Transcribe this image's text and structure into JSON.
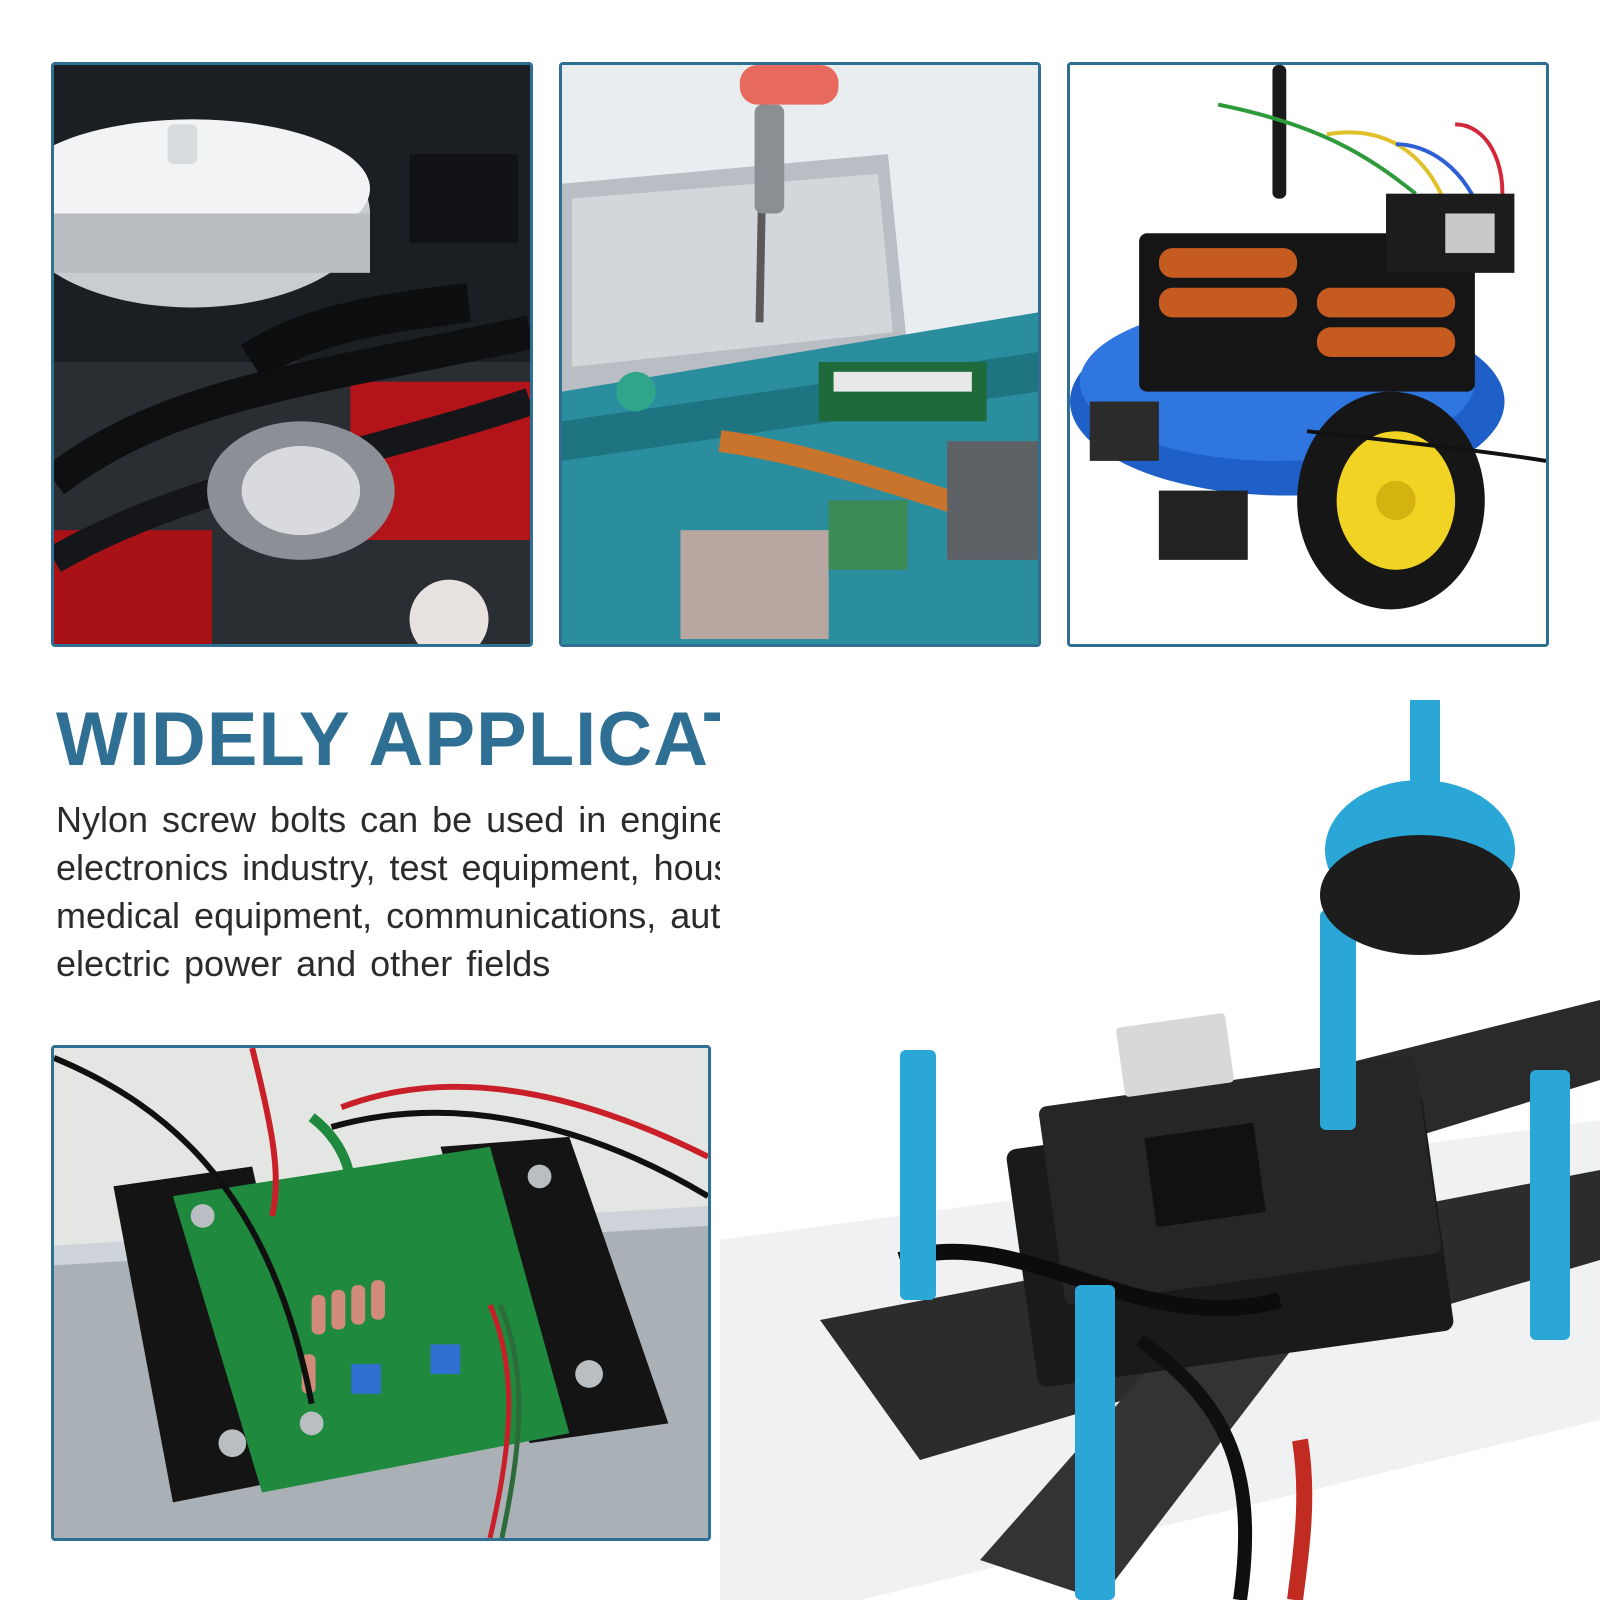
{
  "headline": "WIDELY APPLICATION",
  "description": "Nylon screw bolts can be used in engineering industry, electronics industry, test equipment, household appliances, medical equipment, communications, automotive, engineering, electric power and other fields",
  "colors": {
    "accent": "#2f6f93",
    "text": "#2b2b2b",
    "background": "#ffffff"
  },
  "photos": [
    {
      "name": "car-engine-photo"
    },
    {
      "name": "laptop-motherboard-photo"
    },
    {
      "name": "robot-car-photo"
    },
    {
      "name": "circuit-board-heatsink-photo"
    },
    {
      "name": "quadcopter-drone-photo"
    }
  ]
}
